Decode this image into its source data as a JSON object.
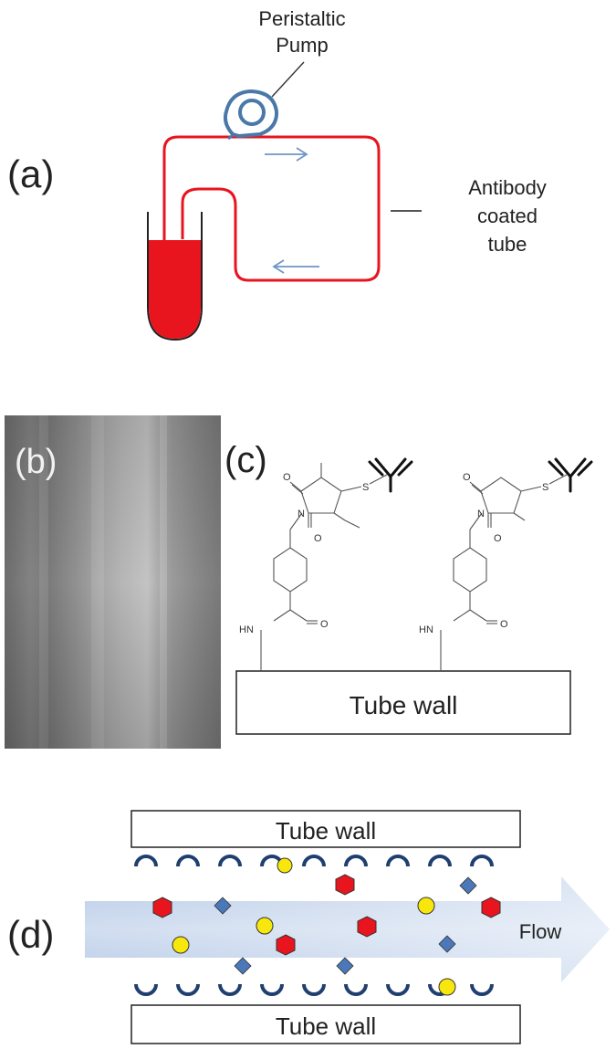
{
  "panels": {
    "a": {
      "label": "(a)",
      "pump_label_line1": "Peristaltic",
      "pump_label_line2": "Pump",
      "tube_label_line1": "Antibody",
      "tube_label_line2": "coated",
      "tube_label_line3": "tube"
    },
    "b": {
      "label": "(b)"
    },
    "c": {
      "label": "(c)",
      "wall_label": "Tube wall",
      "atom_O": "O",
      "atom_N": "N",
      "atom_S": "S",
      "atom_HN": "HN"
    },
    "d": {
      "label": "(d)",
      "top_wall_label": "Tube wall",
      "bottom_wall_label": "Tube wall",
      "flow_label": "Flow"
    }
  },
  "colors": {
    "tube_red": "#e8141e",
    "pump_blue": "#4a78a8",
    "arrow_blue": "#6f95c6",
    "antibody_navy": "#1f3f70",
    "yellow_particle": "#f7e70d",
    "red_particle": "#e8141e",
    "blue_particle": "#4a78b8"
  }
}
